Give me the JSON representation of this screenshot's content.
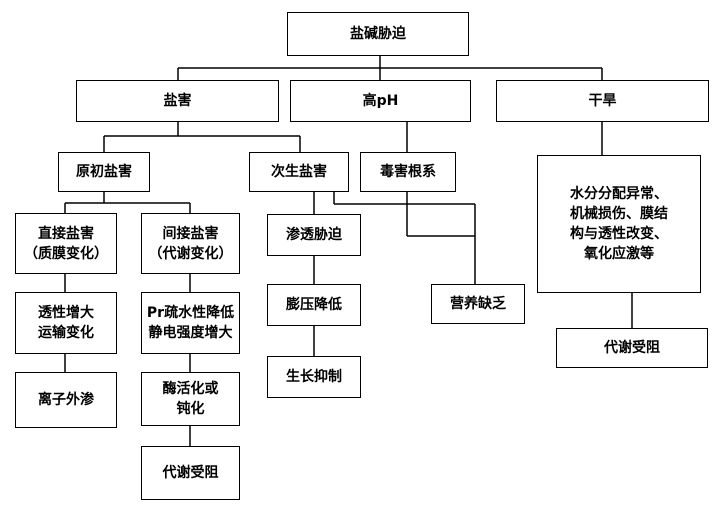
{
  "root": "盐碱胁迫",
  "salt": "盐害",
  "high_ph": "高pH",
  "drought": "干旱",
  "primary_salt": "原初盐害",
  "secondary_salt": "次生盐害",
  "toxic_roots": "毒害根系",
  "direct_salt": "直接盐害\n（质膜变化）",
  "indirect_salt": "间接盐害\n（代谢变化）",
  "permeability": "透性增大\n运输变化",
  "ion_leakage": "离子外渗",
  "hydrophobicity": "Pr疏水性降低\n静电强度增大",
  "enzyme": "酶活化或\n钝化",
  "metabolism_left": "代谢受阻",
  "osmotic_stress": "渗透胁迫",
  "turgor_drop": "膨压降低",
  "growth_inhibit": "生长抑制",
  "nutrient_deficiency": "营养缺乏",
  "drought_effects": "水分分配异常、\n机械损伤、膜结\n构与透性改变、\n氧化应激等",
  "metabolism_right": "代谢受阻"
}
